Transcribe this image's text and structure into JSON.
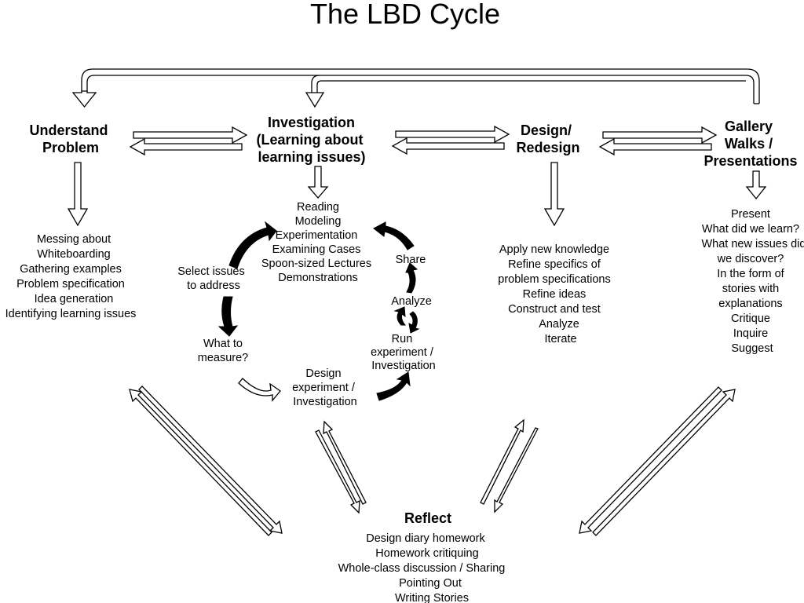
{
  "title": "The LBD Cycle",
  "stages": {
    "understand": [
      "Understand",
      "Problem"
    ],
    "investigation": [
      "Investigation",
      "(Learning about",
      "learning issues)"
    ],
    "design": [
      "Design/",
      "Redesign"
    ],
    "gallery": [
      "Gallery",
      "Walks /",
      "Presentations"
    ],
    "reflect": [
      "Reflect"
    ]
  },
  "lists": {
    "understand": [
      "Messing about",
      "Whiteboarding",
      "Gathering examples",
      "Problem specification",
      "Idea generation",
      "Identifying learning issues"
    ],
    "investigation": [
      "Reading",
      "Modeling",
      "Experimentation",
      "Examining Cases",
      "Spoon-sized Lectures",
      "Demonstrations"
    ],
    "design": [
      "Apply new knowledge",
      "Refine specifics of",
      "problem specifications",
      "Refine ideas",
      "Construct and test",
      "Analyze",
      "Iterate"
    ],
    "gallery": [
      "Present",
      "What did we learn?",
      "What new issues did",
      "we discover?",
      "In the form of",
      "stories with",
      "explanations",
      "Critique",
      "Inquire",
      "Suggest"
    ],
    "reflect": [
      "Design diary homework",
      "Homework critiquing",
      "Whole-class discussion  /  Sharing",
      "Pointing Out",
      "Writing Stories"
    ]
  },
  "cycle_labels": {
    "select_issues": [
      "Select issues",
      "to address"
    ],
    "what_to_measure": [
      "What to",
      "measure?"
    ],
    "design_experiment": [
      "Design",
      "experiment /",
      "Investigation"
    ],
    "run_experiment": [
      "Run",
      "experiment /",
      "Investigation"
    ],
    "analyze": [
      "Analyze"
    ],
    "share": [
      "Share"
    ]
  }
}
